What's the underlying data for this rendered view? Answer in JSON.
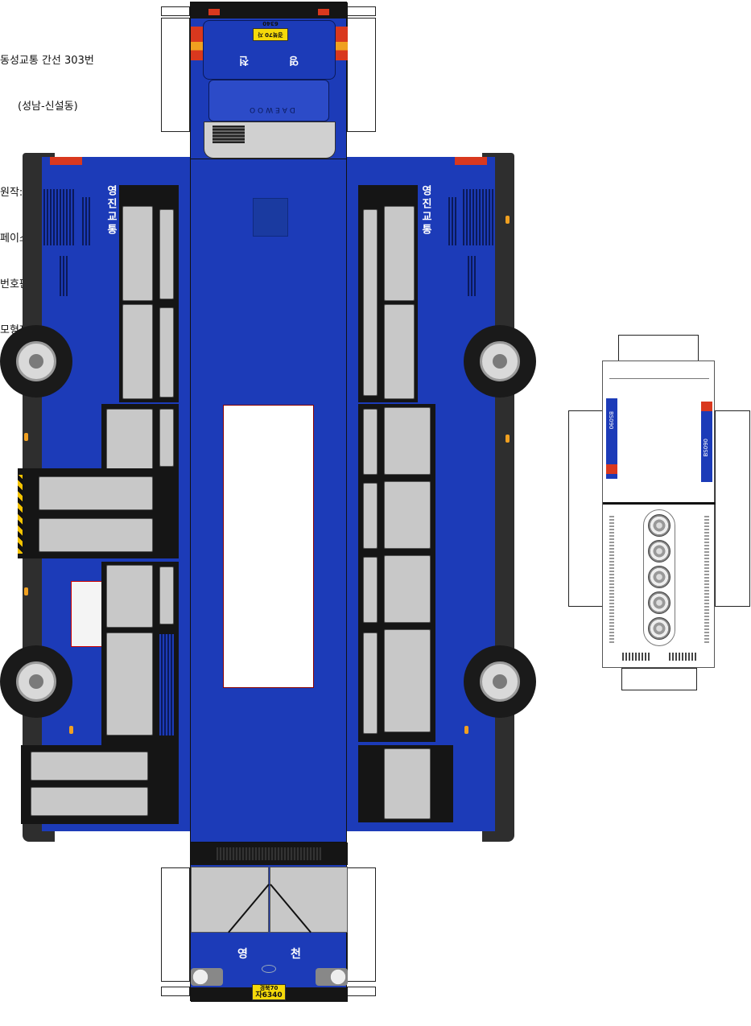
{
  "credits": {
    "title": "동성교통 간선 303번",
    "subtitle": "(성남-신설동)",
    "original": "원작:이상규님",
    "facelift": "페이스리프트화:이지환님",
    "plate_credit": "번호판:류한철님",
    "model_maker": "모형제작:윤승수"
  },
  "livery": {
    "operator_vertical": "영진교통",
    "front_left_char": "영",
    "front_right_char": "천",
    "rear_top_char_a": "영",
    "rear_top_char_b": "천",
    "brand_rear": "DAEWOO"
  },
  "plates": {
    "front_region": "경북70",
    "front_prefix": "자",
    "front_number": "6340",
    "rear_label": "경북70 자6340"
  },
  "roof": {
    "side_label_left": "BS090",
    "side_label_right": "BS090"
  },
  "colors": {
    "body_blue": "#1c3bb8",
    "window_grey": "#c8c8c8",
    "frame_dark": "#2e2e2e",
    "plate_yellow": "#f5d90a",
    "lamp_amber": "#f0a020",
    "lamp_red": "#d9381e"
  }
}
